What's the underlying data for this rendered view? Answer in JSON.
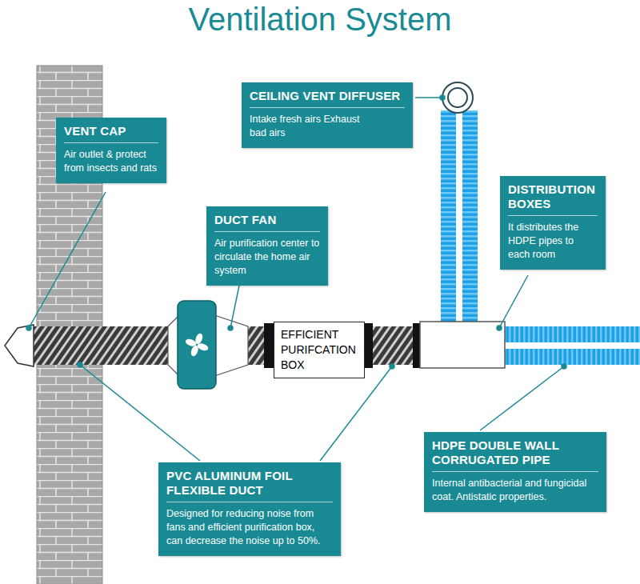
{
  "diagram": {
    "title": "Ventilation System",
    "nodes": [
      {
        "text": [
          "CEILING VENT DIFFUSER",
          "Intake fresh airs Exhaust bad airs"
        ]
      },
      {
        "text": [
          "VENT CAP",
          "Air outlet & protect from insects and rats"
        ]
      },
      {
        "text": [
          "DISTRIBUTION BOXES",
          "It distributes the HDPE pipes to each room"
        ]
      },
      {
        "text": [
          "DUCT FAN",
          "Air purification center to circulate the home air system"
        ]
      },
      {
        "text": [
          "EFFICIENT PURIFCATION BOX"
        ]
      },
      {
        "text": [
          "HDPE DOUBLE WALL CORRUGATED PIPE",
          "Internal antibacterial and fungicidal coat. Antistatic properties."
        ]
      },
      {
        "text": [
          "PVC ALUMINUM FOIL FLEXIBLE DUCT",
          "Designed for reducing noise from fans and efficient purification box, can decrease the noise up to 50%."
        ]
      }
    ]
  }
}
